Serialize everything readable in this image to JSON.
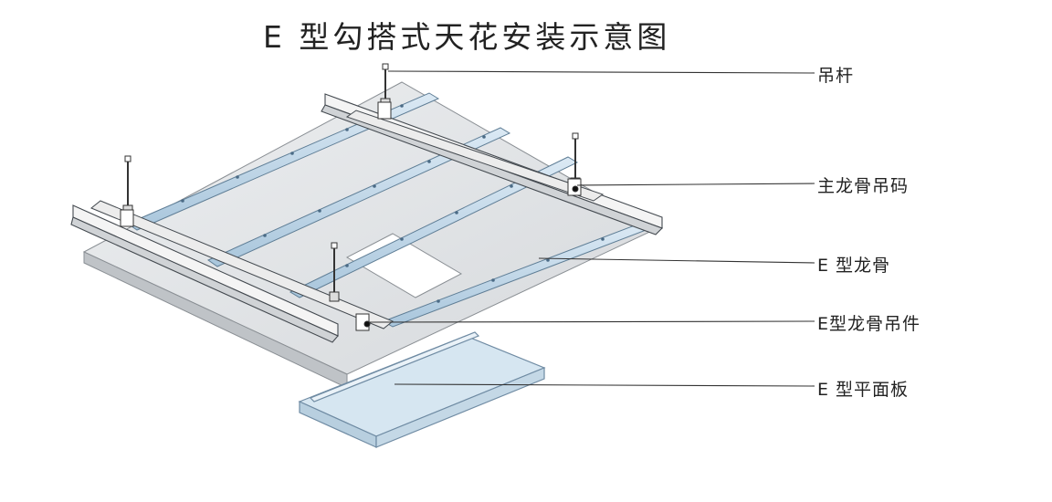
{
  "title": "E 型勾搭式天花安装示意图",
  "callouts": {
    "hanger_rod": "吊杆",
    "main_keel_hanger": "主龙骨吊码",
    "e_keel": "E 型龙骨",
    "e_keel_hanger": "E型龙骨吊件",
    "e_flat_panel": "E 型平面板"
  },
  "colors": {
    "panel_fill": "#e1e4e6",
    "e_keel_fill": "#c7dcec",
    "main_keel_fill": "#f2f2f2",
    "line": "#333333"
  }
}
